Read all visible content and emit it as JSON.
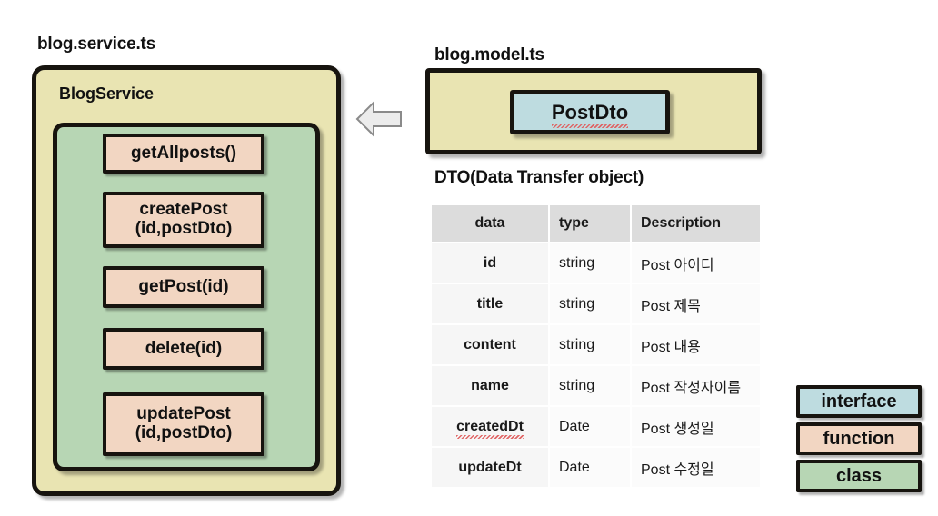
{
  "service_file": {
    "label": "blog.service.ts",
    "class_name": "BlogService",
    "methods": [
      {
        "name": "getAllposts()"
      },
      {
        "name": "createPost\n(id,postDto)"
      },
      {
        "name": "getPost(id)"
      },
      {
        "name": "delete(id)"
      },
      {
        "name": "updatePost\n(id,postDto)"
      }
    ]
  },
  "arrow": {
    "icon": "arrow-left-icon",
    "direction": "left",
    "fill": "#ececec",
    "stroke": "#8a8a8a"
  },
  "model_file": {
    "label": "blog.model.ts",
    "dto_name": "PostDto",
    "caption": "DTO(Data Transfer object)"
  },
  "dto_table": {
    "columns": [
      "data",
      "type",
      "Description"
    ],
    "rows": [
      {
        "data": "id",
        "type": "string",
        "description": "Post 아이디",
        "misspelled": false
      },
      {
        "data": "title",
        "type": "string",
        "description": "Post 제목",
        "misspelled": false
      },
      {
        "data": "content",
        "type": "string",
        "description": "Post 내용",
        "misspelled": false
      },
      {
        "data": "name",
        "type": "string",
        "description": "Post 작성자이름",
        "misspelled": false
      },
      {
        "data": "createdDt",
        "type": "Date",
        "description": "Post 생성일",
        "misspelled": true
      },
      {
        "data": "updateDt",
        "type": "Date",
        "description": "Post 수정일",
        "misspelled": false
      }
    ]
  },
  "legend": {
    "items": [
      {
        "label": "interface",
        "color": "#bedce0"
      },
      {
        "label": "function",
        "color": "#f2d6c2"
      },
      {
        "label": "class",
        "color": "#b7d6b4"
      }
    ]
  },
  "palette": {
    "file_box": "#e9e4b2",
    "class_box": "#b7d6b4",
    "function_box": "#f2d6c2",
    "interface_box": "#bedce0",
    "outline": "#17140f",
    "table_header": "#dcdcdc"
  }
}
